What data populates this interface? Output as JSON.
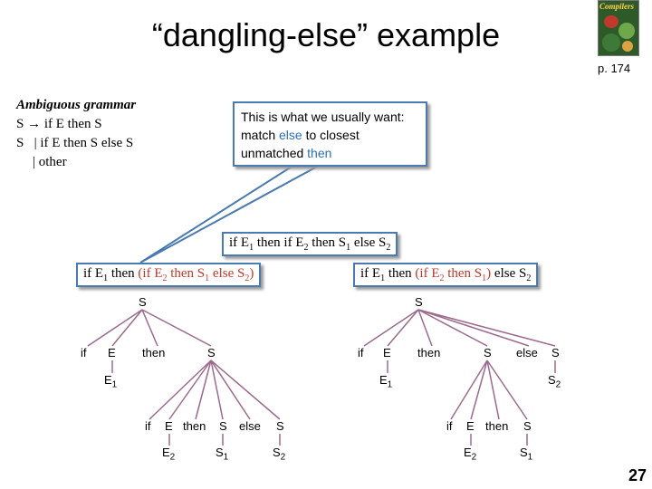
{
  "title": "“dangling-else” example",
  "page_ref": "p. 174",
  "book_cover_label": "Compilers",
  "grammar": {
    "heading": "Ambiguous grammar",
    "line1": {
      "lhs": "S",
      "arrow": "→",
      "rhs": "if E then S"
    },
    "line2": {
      "lhs": "S",
      "rhs": "| if E then S else S"
    },
    "line3": "| other"
  },
  "callout": {
    "text_1": "This is what we usually want: match ",
    "kw_else": "else",
    "text_2": " to closest unmatched ",
    "kw_then": "then"
  },
  "sentence": {
    "a": "if E",
    "s1": "1",
    "b": " then if E",
    "s2": "2",
    "c": " then S",
    "s3": "1",
    "d": " else S",
    "s4": "2"
  },
  "left_parse": {
    "label": {
      "a": "if E",
      "s1": "1",
      "b": " then ",
      "c": "(if E",
      "s2": "2",
      "d": " then S",
      "s3": "1",
      "e": " else S",
      "s4": "2",
      "f": ")"
    },
    "root": "S",
    "children": {
      "if": "if",
      "E": "E",
      "then": "then",
      "S": "S"
    },
    "E1": {
      "sym": "E",
      "sub": "1"
    },
    "sub_children": {
      "if": "if",
      "E": "E",
      "then": "then",
      "S": "S",
      "else": "else",
      "S2": "S"
    },
    "leaves": [
      {
        "sym": "E",
        "sub": "2"
      },
      {
        "sym": "S",
        "sub": "1"
      },
      {
        "sym": "S",
        "sub": "2"
      }
    ]
  },
  "right_parse": {
    "label": {
      "a": "if E",
      "s1": "1",
      "b": " then ",
      "c": "(if E",
      "s2": "2",
      "d": " then S",
      "s3": "1",
      "e": ")",
      "f": " else S",
      "s4": "2"
    },
    "root": "S",
    "children": {
      "if": "if",
      "E": "E",
      "then": "then",
      "S": "S",
      "else": "else",
      "S2": "S"
    },
    "E1": {
      "sym": "E",
      "sub": "1"
    },
    "S2": {
      "sym": "S",
      "sub": "2"
    },
    "sub_children": {
      "if": "if",
      "E": "E",
      "then": "then",
      "S": "S"
    },
    "leaves": [
      {
        "sym": "E",
        "sub": "2"
      },
      {
        "sym": "S",
        "sub": "1"
      }
    ]
  },
  "page_number": "27"
}
